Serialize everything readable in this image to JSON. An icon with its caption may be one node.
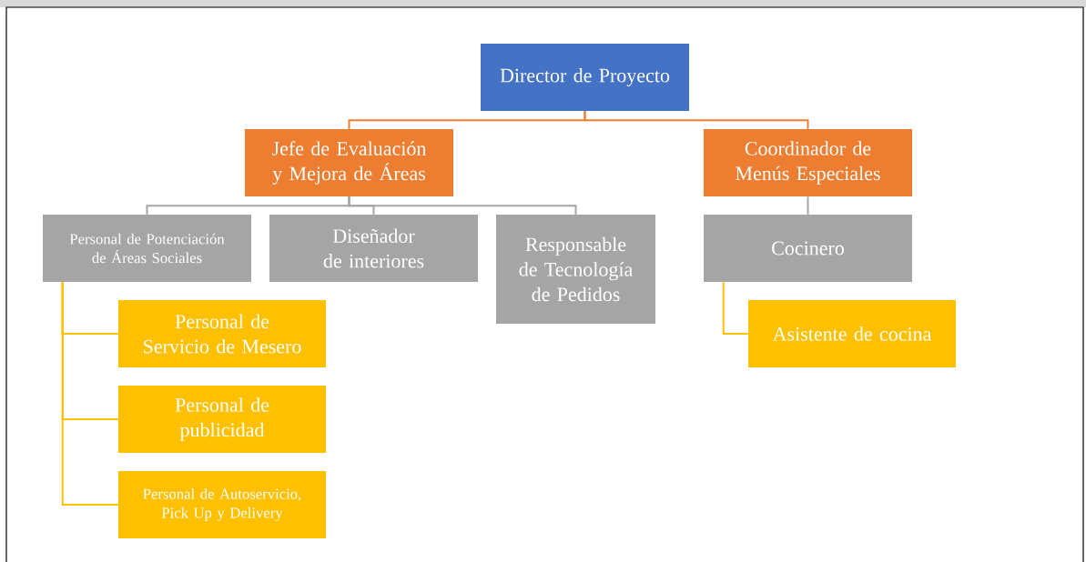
{
  "diagram": {
    "nodes": [
      {
        "text": [
          "Director de Proyecto"
        ]
      },
      {
        "text": [
          "Jefe de Evaluación y Mejora de Áreas"
        ]
      },
      {
        "text": [
          "Coordinador de Menús Especiales"
        ]
      },
      {
        "text": [
          "Personal de Potenciación de Áreas Sociales"
        ]
      },
      {
        "text": [
          "Diseñador de interiores"
        ]
      },
      {
        "text": [
          "Responsable de Tecnología de Pedidos"
        ]
      },
      {
        "text": [
          "Cocinero"
        ]
      },
      {
        "text": [
          "Personal de Servicio de Mesero"
        ]
      },
      {
        "text": [
          "Personal de publicidad"
        ]
      },
      {
        "text": [
          "Personal de Autoservicio, Pick Up y Delivery"
        ]
      },
      {
        "text": [
          "Asistente de cocina"
        ]
      }
    ],
    "edges": [
      {
        "from": 0,
        "to": 1,
        "arrow": "none",
        "color": "#ed7d31"
      },
      {
        "from": 0,
        "to": 2,
        "arrow": "none",
        "color": "#ed7d31"
      },
      {
        "from": 1,
        "to": 3,
        "arrow": "none"
      },
      {
        "from": 1,
        "to": 4,
        "arrow": "none"
      },
      {
        "from": 1,
        "to": 5,
        "arrow": "none"
      },
      {
        "from": 2,
        "to": 6,
        "arrow": "none"
      },
      {
        "from": 3,
        "to": 7,
        "arrow": "none",
        "color": "#ffc000"
      },
      {
        "from": 3,
        "to": 8,
        "arrow": "none",
        "color": "#ffc000"
      },
      {
        "from": 3,
        "to": 9,
        "arrow": "none",
        "color": "#ffc000"
      },
      {
        "from": 6,
        "to": 10,
        "arrow": "none",
        "color": "#ffc000"
      }
    ]
  }
}
